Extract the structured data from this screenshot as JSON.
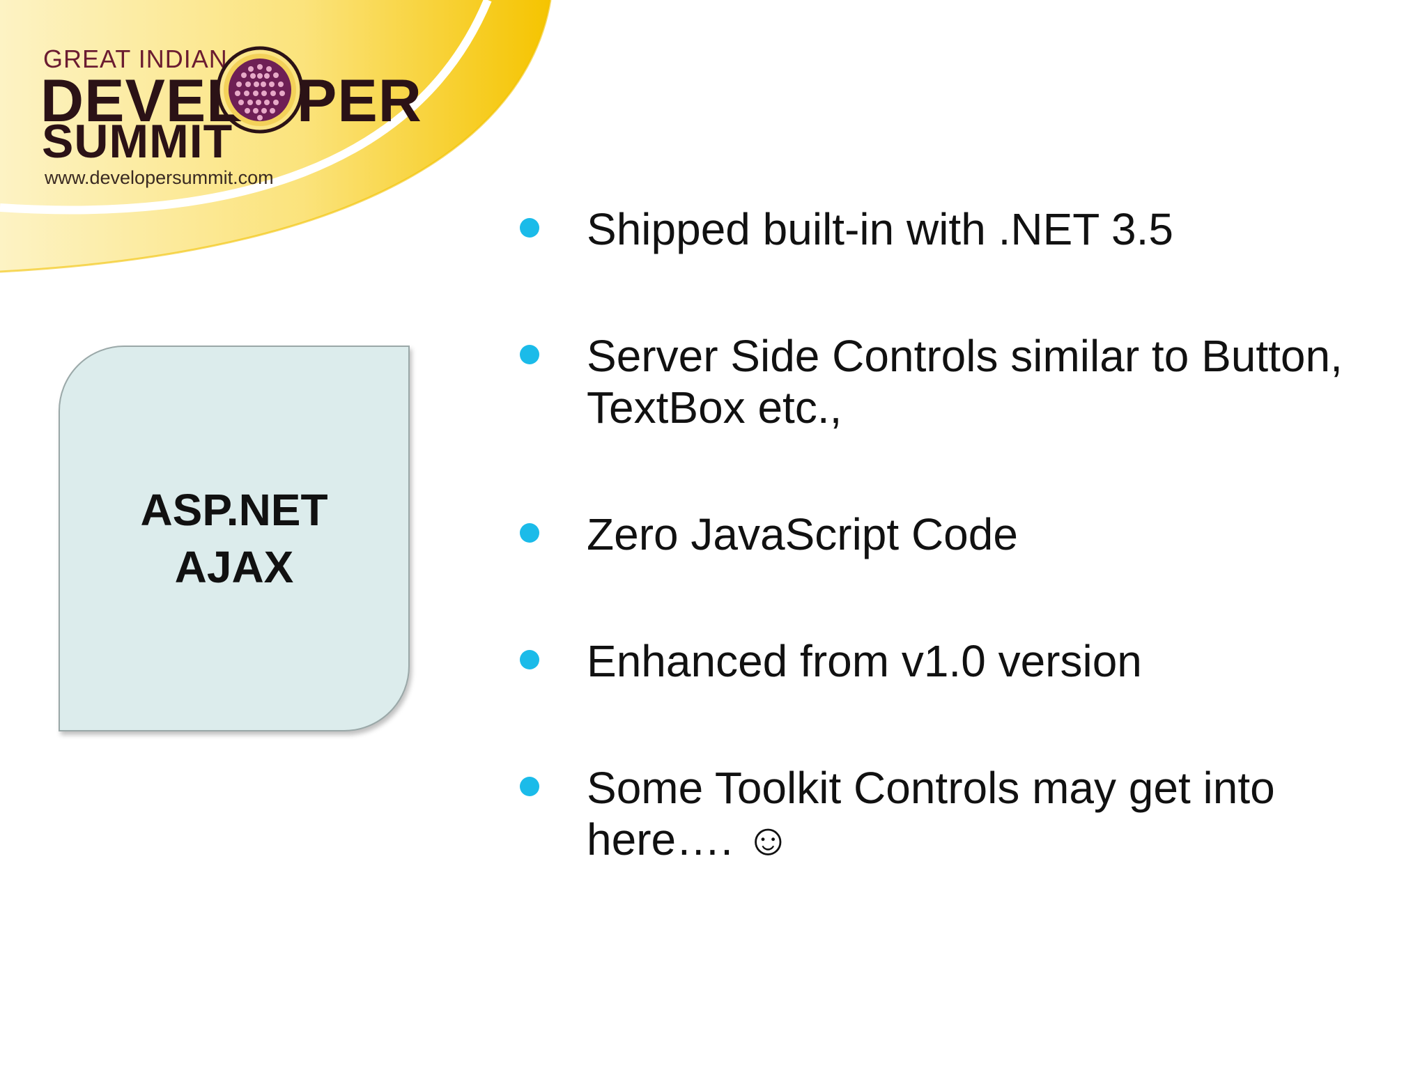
{
  "logo": {
    "line1": "GREAT INDIAN",
    "line2_start": "DEVEL",
    "line2_end": "PER",
    "line3": "SUMMIT",
    "url": "www.developersummit.com",
    "icon": "globe-icon",
    "colors": {
      "banner_yellow": "#f5c400",
      "banner_light": "#fbe68a",
      "logo_text": "#2b1216",
      "globe_purple": "#6e1f55"
    }
  },
  "card": {
    "line1": "ASP.NET",
    "line2": "AJAX",
    "fill_color": "#dcecec"
  },
  "bullets": {
    "color": "#1bbbe9",
    "items": [
      "Shipped built-in with .NET 3.5",
      "Server Side Controls similar to Button, TextBox etc.,",
      "Zero JavaScript Code",
      "Enhanced from v1.0 version",
      "Some Toolkit Controls may get into here…. ☺"
    ]
  }
}
